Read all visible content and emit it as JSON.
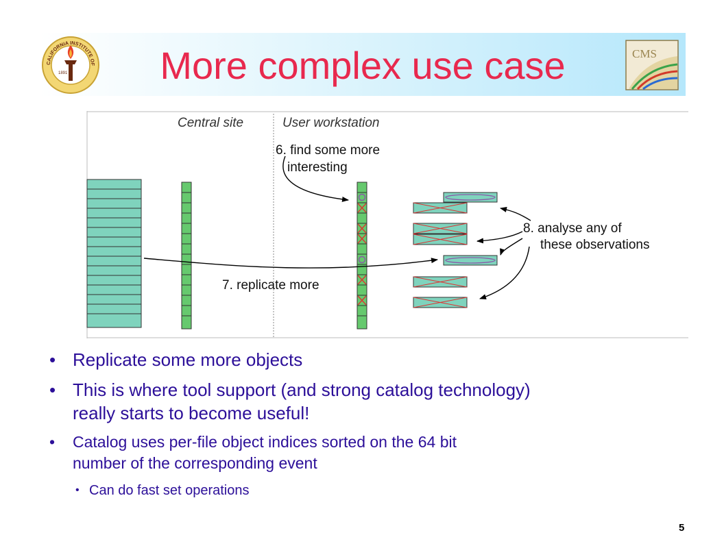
{
  "slide": {
    "title": "More complex use case",
    "page_number": "5"
  },
  "logos": {
    "left_text": "CALIFORNIA INSTITUTE OF TECHNOLOGY",
    "left_year": "1891",
    "right_text": "CMS"
  },
  "diagram": {
    "label_central": "Central site",
    "label_user": "User workstation",
    "annotation_6_line1": "6. find some more",
    "annotation_6_line2": "interesting",
    "annotation_7": "7. replicate more",
    "annotation_8_line1": "8. analyse any of",
    "annotation_8_line2": "these observations"
  },
  "bullets": [
    {
      "text": "Replicate some more objects"
    },
    {
      "line1": "This is where tool support (and strong catalog technology)",
      "line2": "really starts to become useful!"
    },
    {
      "line1": "Catalog uses per-file object indices sorted on the 64 bit",
      "line2": "number of the corresponding event"
    },
    {
      "text": "Can do fast set operations"
    }
  ],
  "bullet_symbol": "•",
  "colors": {
    "title": "#e8294e",
    "bullet_text": "#2c0f99",
    "db_fill": "#7fd3bd",
    "file_fill": "#66c96e",
    "cross": "#e03030",
    "object_circle": "#8a5aa8"
  }
}
